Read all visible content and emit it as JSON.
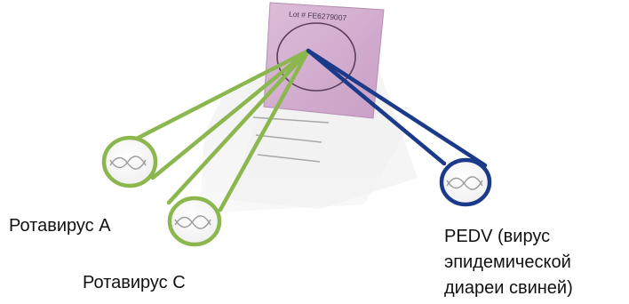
{
  "card": {
    "lot_text": "Lot # FE6279007"
  },
  "labels": {
    "rotavirus_a": "Ротавирус А",
    "rotavirus_c": "Ротавирус С",
    "pedv_lines": [
      "PEDV (вирус",
      "эпидемической",
      "диареи свиней)"
    ]
  },
  "colors": {
    "card_pink": "#d6b0d3",
    "green_beam": "#8cb74f",
    "blue_beam": "#1b3a8a",
    "text": "#111111"
  },
  "icons": {
    "virus": "dna-helix-icon"
  }
}
